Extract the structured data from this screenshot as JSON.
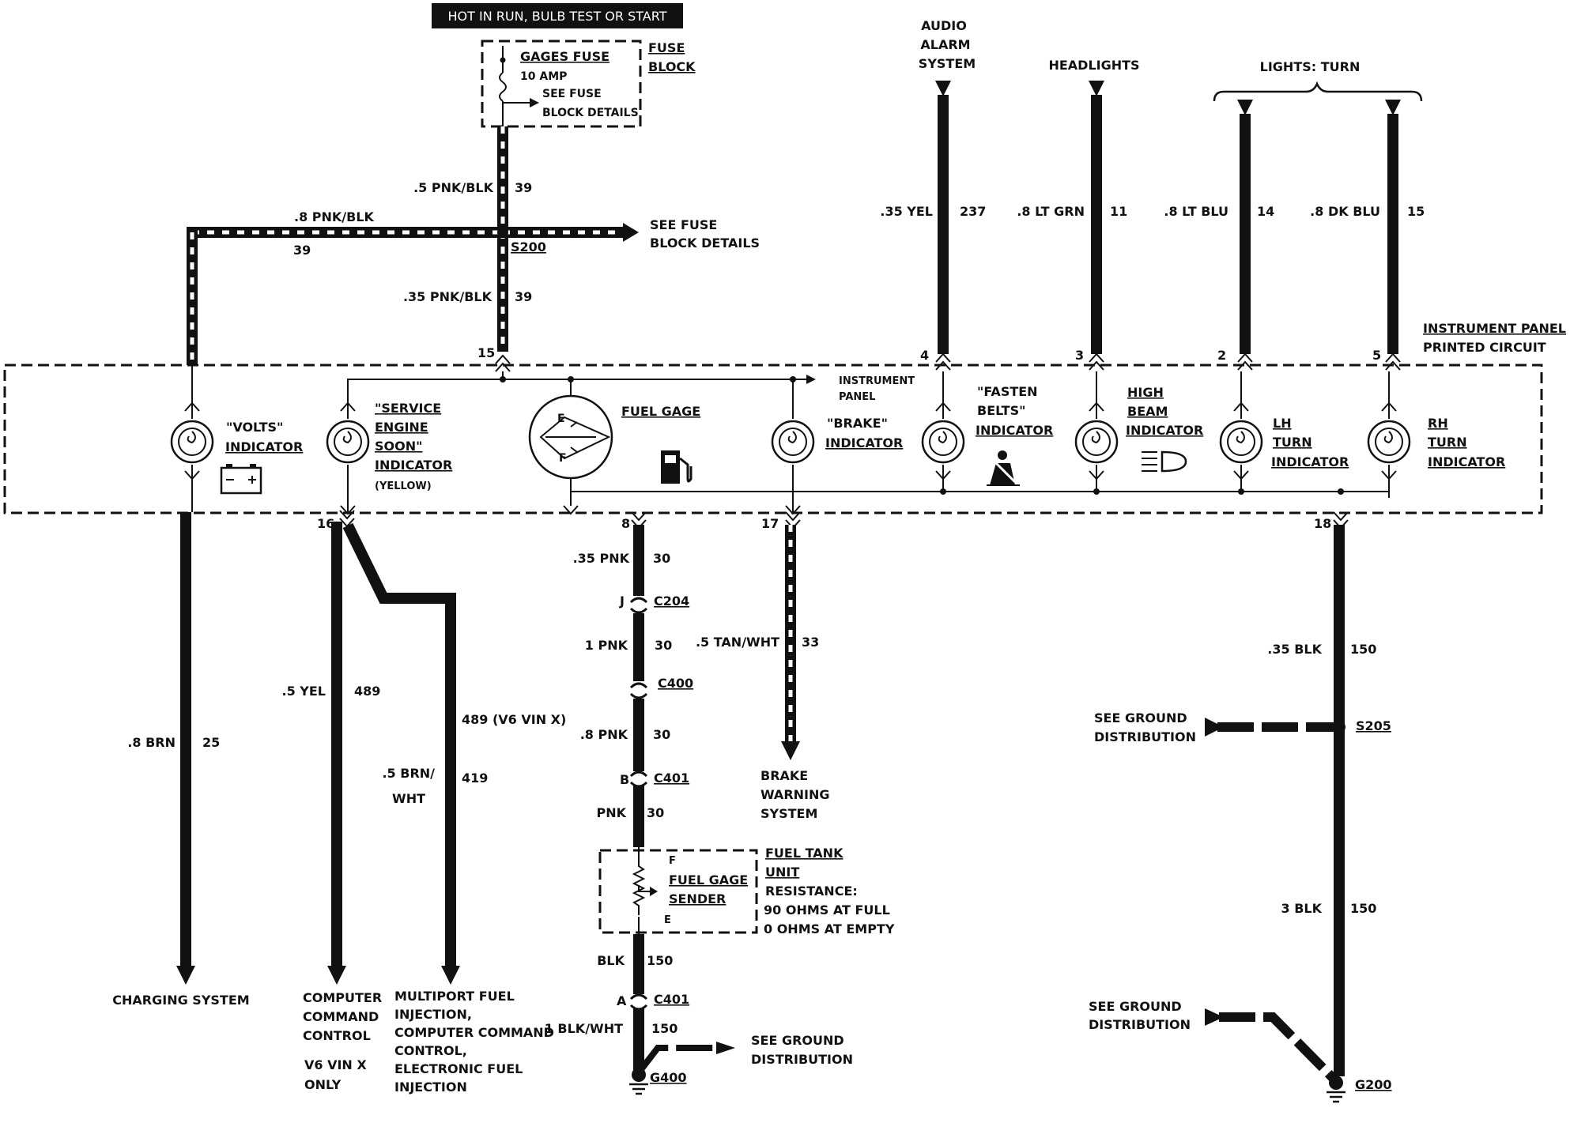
{
  "header": {
    "power_label": "HOT IN RUN, BULB TEST OR START"
  },
  "fuse_block": {
    "fuse_name": "GAGES FUSE",
    "fuse_amp": "10 AMP",
    "see_fuse_1": "SEE FUSE",
    "see_fuse_2": "BLOCK DETAILS",
    "block_1": "FUSE",
    "block_2": "BLOCK"
  },
  "feed": {
    "wire_top": ".5 PNK/BLK",
    "circuit_top": "39",
    "wire_left": ".8 PNK/BLK",
    "circuit_left": "39",
    "splice": "S200",
    "see_fuse_1": "SEE FUSE",
    "see_fuse_2": "BLOCK DETAILS",
    "wire_bottom": ".35 PNK/BLK",
    "circuit_bottom": "39",
    "pin": "15"
  },
  "top_circuits": {
    "audio_1": "AUDIO",
    "audio_2": "ALARM",
    "audio_3": "SYSTEM",
    "audio_wire": ".35 YEL",
    "audio_circuit": "237",
    "audio_pin": "4",
    "headlights": "HEADLIGHTS",
    "head_wire": ".8 LT GRN",
    "head_circuit": "11",
    "head_pin": "3",
    "lights_turn": "LIGHTS: TURN",
    "lh_wire": ".8 LT BLU",
    "lh_circuit": "14",
    "lh_pin": "2",
    "rh_wire": ".8 DK BLU",
    "rh_circuit": "15",
    "rh_pin": "5"
  },
  "panel": {
    "title_1": "INSTRUMENT PANEL",
    "title_2": "PRINTED CIRCUIT",
    "ip_1": "INSTRUMENT",
    "ip_2": "PANEL",
    "volts_1": "\"VOLTS\"",
    "volts_2": "INDICATOR",
    "ses_1": "\"SERVICE",
    "ses_2": "ENGINE",
    "ses_3": "SOON\"",
    "ses_4": "INDICATOR",
    "ses_5": "(YELLOW)",
    "fuel_gage": "FUEL GAGE",
    "gage_e": "E",
    "gage_f": "F",
    "brake_1": "\"BRAKE\"",
    "brake_2": "INDICATOR",
    "fasten_1": "\"FASTEN",
    "fasten_2": "BELTS\"",
    "fasten_3": "INDICATOR",
    "hb_1": "HIGH",
    "hb_2": "BEAM",
    "hb_3": "INDICATOR",
    "lh_1": "LH",
    "lh_2": "TURN",
    "lh_3": "INDICATOR",
    "rh_1": "RH",
    "rh_2": "TURN",
    "rh_3": "INDICATOR"
  },
  "bottom": {
    "pin_16": "16",
    "pin_8": "8",
    "pin_17": "17",
    "pin_18": "18",
    "brn_wire": ".8 BRN",
    "brn_circuit": "25",
    "charging": "CHARGING SYSTEM",
    "yel_wire": ".5 YEL",
    "yel_circuit": "489",
    "v6_circuit": "489 (V6 VIN X)",
    "brnwht_wire_1": ".5 BRN/",
    "brnwht_wire_2": "WHT",
    "brnwht_circuit": "419",
    "ccc_1": "COMPUTER",
    "ccc_2": "COMMAND",
    "ccc_3": "CONTROL",
    "ccc_4": "V6 VIN X",
    "ccc_5": "ONLY",
    "mpfi_1": "MULTIPORT FUEL",
    "mpfi_2": "INJECTION,",
    "mpfi_3": "COMPUTER COMMAND",
    "mpfi_4": "CONTROL,",
    "mpfi_5": "ELECTRONIC FUEL",
    "mpfi_6": "INJECTION",
    "pnk1_wire": ".35 PNK",
    "pnk1_circuit": "30",
    "c204_pin": "J",
    "c204": "C204",
    "pnk2_wire": "1 PNK",
    "pnk2_circuit": "30",
    "c400": "C400",
    "pnk3_wire": ".8 PNK",
    "pnk3_circuit": "30",
    "c401_pin": "B",
    "c401": "C401",
    "pnk4_wire": "PNK",
    "pnk4_circuit": "30",
    "sender_f": "F",
    "sender_1": "FUEL GAGE",
    "sender_2": "SENDER",
    "sender_e": "E",
    "tank_1": "FUEL TANK",
    "tank_2": "UNIT",
    "tank_3": "RESISTANCE:",
    "tank_4": "90 OHMS AT FULL",
    "tank_5": "0 OHMS AT EMPTY",
    "blk_wire": "BLK",
    "blk_circuit": "150",
    "c401b_pin": "A",
    "c401b": "C401",
    "blkwht_wire": "1 BLK/WHT",
    "blkwht_circuit": "150",
    "see_ground_1": "SEE GROUND",
    "see_ground_2": "DISTRIBUTION",
    "g400": "G400",
    "tanwht_wire": ".5 TAN/WHT",
    "tanwht_circuit": "33",
    "brake_1": "BRAKE",
    "brake_2": "WARNING",
    "brake_3": "SYSTEM",
    "blk35_wire": ".35 BLK",
    "blk35_circuit": "150",
    "s205_see_1": "SEE GROUND",
    "s205_see_2": "DISTRIBUTION",
    "s205": "S205",
    "blk3_wire": "3 BLK",
    "blk3_circuit": "150",
    "g200_see_1": "SEE GROUND",
    "g200_see_2": "DISTRIBUTION",
    "g200": "G200"
  }
}
